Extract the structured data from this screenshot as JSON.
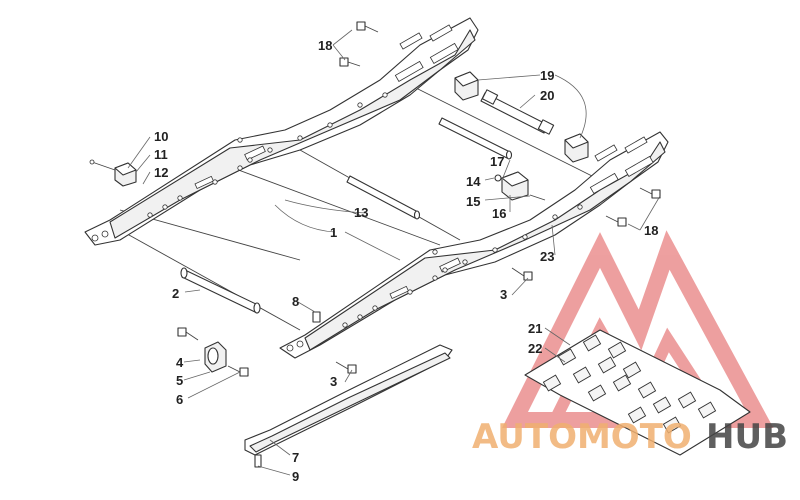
{
  "callouts": {
    "c1": "1",
    "c2": "2",
    "c3a": "3",
    "c3b": "3",
    "c4": "4",
    "c5": "5",
    "c6": "6",
    "c7": "7",
    "c8": "8",
    "c9": "9",
    "c10": "10",
    "c11": "11",
    "c12": "12",
    "c13": "13",
    "c14": "14",
    "c15": "15",
    "c16": "16",
    "c17": "17",
    "c18a": "18",
    "c18b": "18",
    "c19": "19",
    "c20": "20",
    "c21": "21",
    "c22": "22",
    "c23": "23"
  },
  "watermark": {
    "word_part1": "AUTOMOTO",
    "word_part2": "HUB",
    "color_primary": "#f0b070",
    "color_secondary": "#444444",
    "color_triangle": "#e88080"
  }
}
